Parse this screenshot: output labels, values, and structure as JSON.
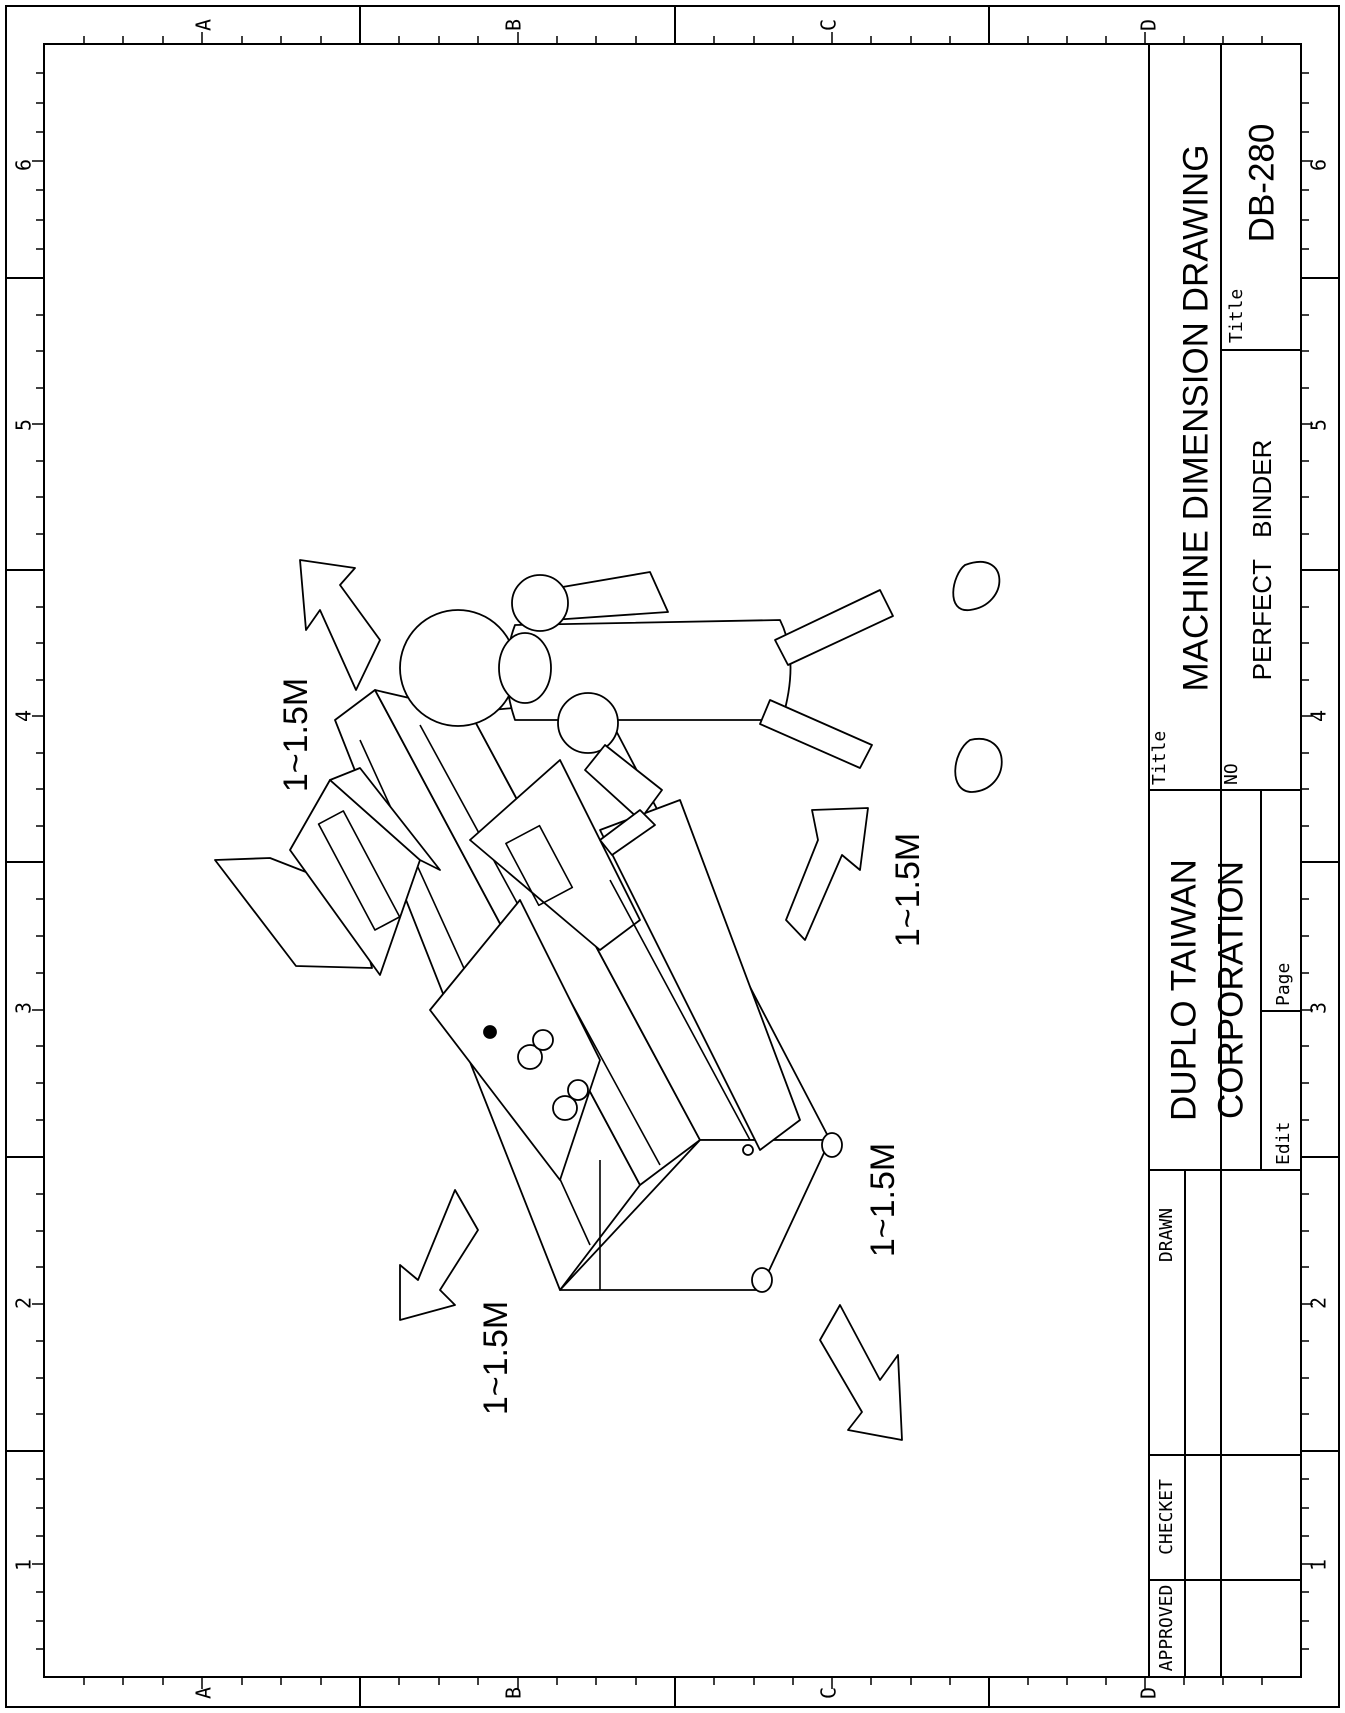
{
  "border": {
    "row_letters": [
      "A",
      "B",
      "C",
      "D"
    ],
    "column_numbers": [
      "1",
      "2",
      "3",
      "4",
      "5",
      "6"
    ]
  },
  "drawing": {
    "clearance_labels": [
      "1~1.5M",
      "1~1.5M",
      "1~1.5M",
      "1~1.5M"
    ]
  },
  "title_block": {
    "sign_fields": [
      "APPROVED",
      "CHECKET",
      "DRAWN"
    ],
    "company_line1": "DUPLO TAIWAN",
    "company_line2": "CORPORATION",
    "edit_label": "Edit",
    "page_label": "Page",
    "title_label": "Title",
    "title_value": "MACHINE DIMENSION DRAWING",
    "no_label": "NO",
    "product": "PERFECT   BINDER",
    "title_label_2": "Title",
    "model": "DB-280"
  }
}
